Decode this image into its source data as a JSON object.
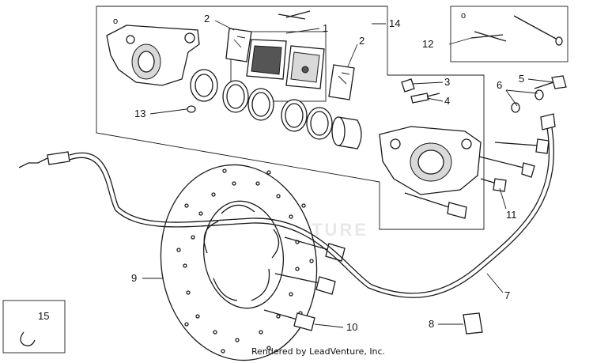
{
  "watermark": "LEADVENTURE",
  "credit": "Rendered by LeadVenture, Inc.",
  "callouts": {
    "c1": "1",
    "c2a": "2",
    "c2b": "2",
    "c3": "3",
    "c4": "4",
    "c5": "5",
    "c6": "6",
    "c7": "7",
    "c8": "8",
    "c9": "9",
    "c10": "10",
    "c11": "11",
    "c12": "12",
    "c13": "13",
    "c14": "14",
    "c15": "15"
  }
}
